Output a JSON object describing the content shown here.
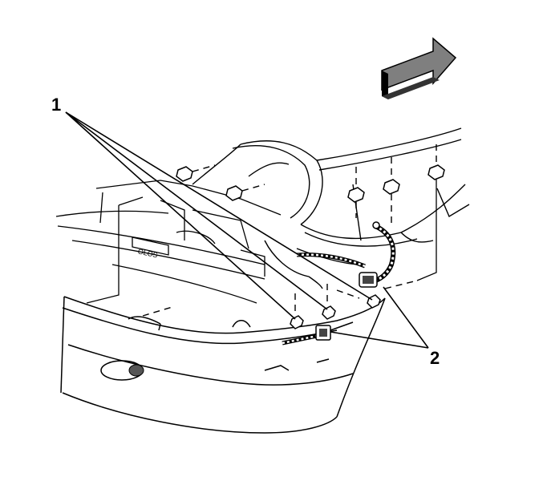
{
  "callouts": {
    "one": "1",
    "two": "2"
  },
  "plate_text": "OLOS",
  "colors": {
    "line": "#000000",
    "background": "#ffffff",
    "arrow_fill": "#7f7f7f"
  },
  "icons": {
    "direction": "front-arrow-icon",
    "fastener": "nut-icon"
  }
}
